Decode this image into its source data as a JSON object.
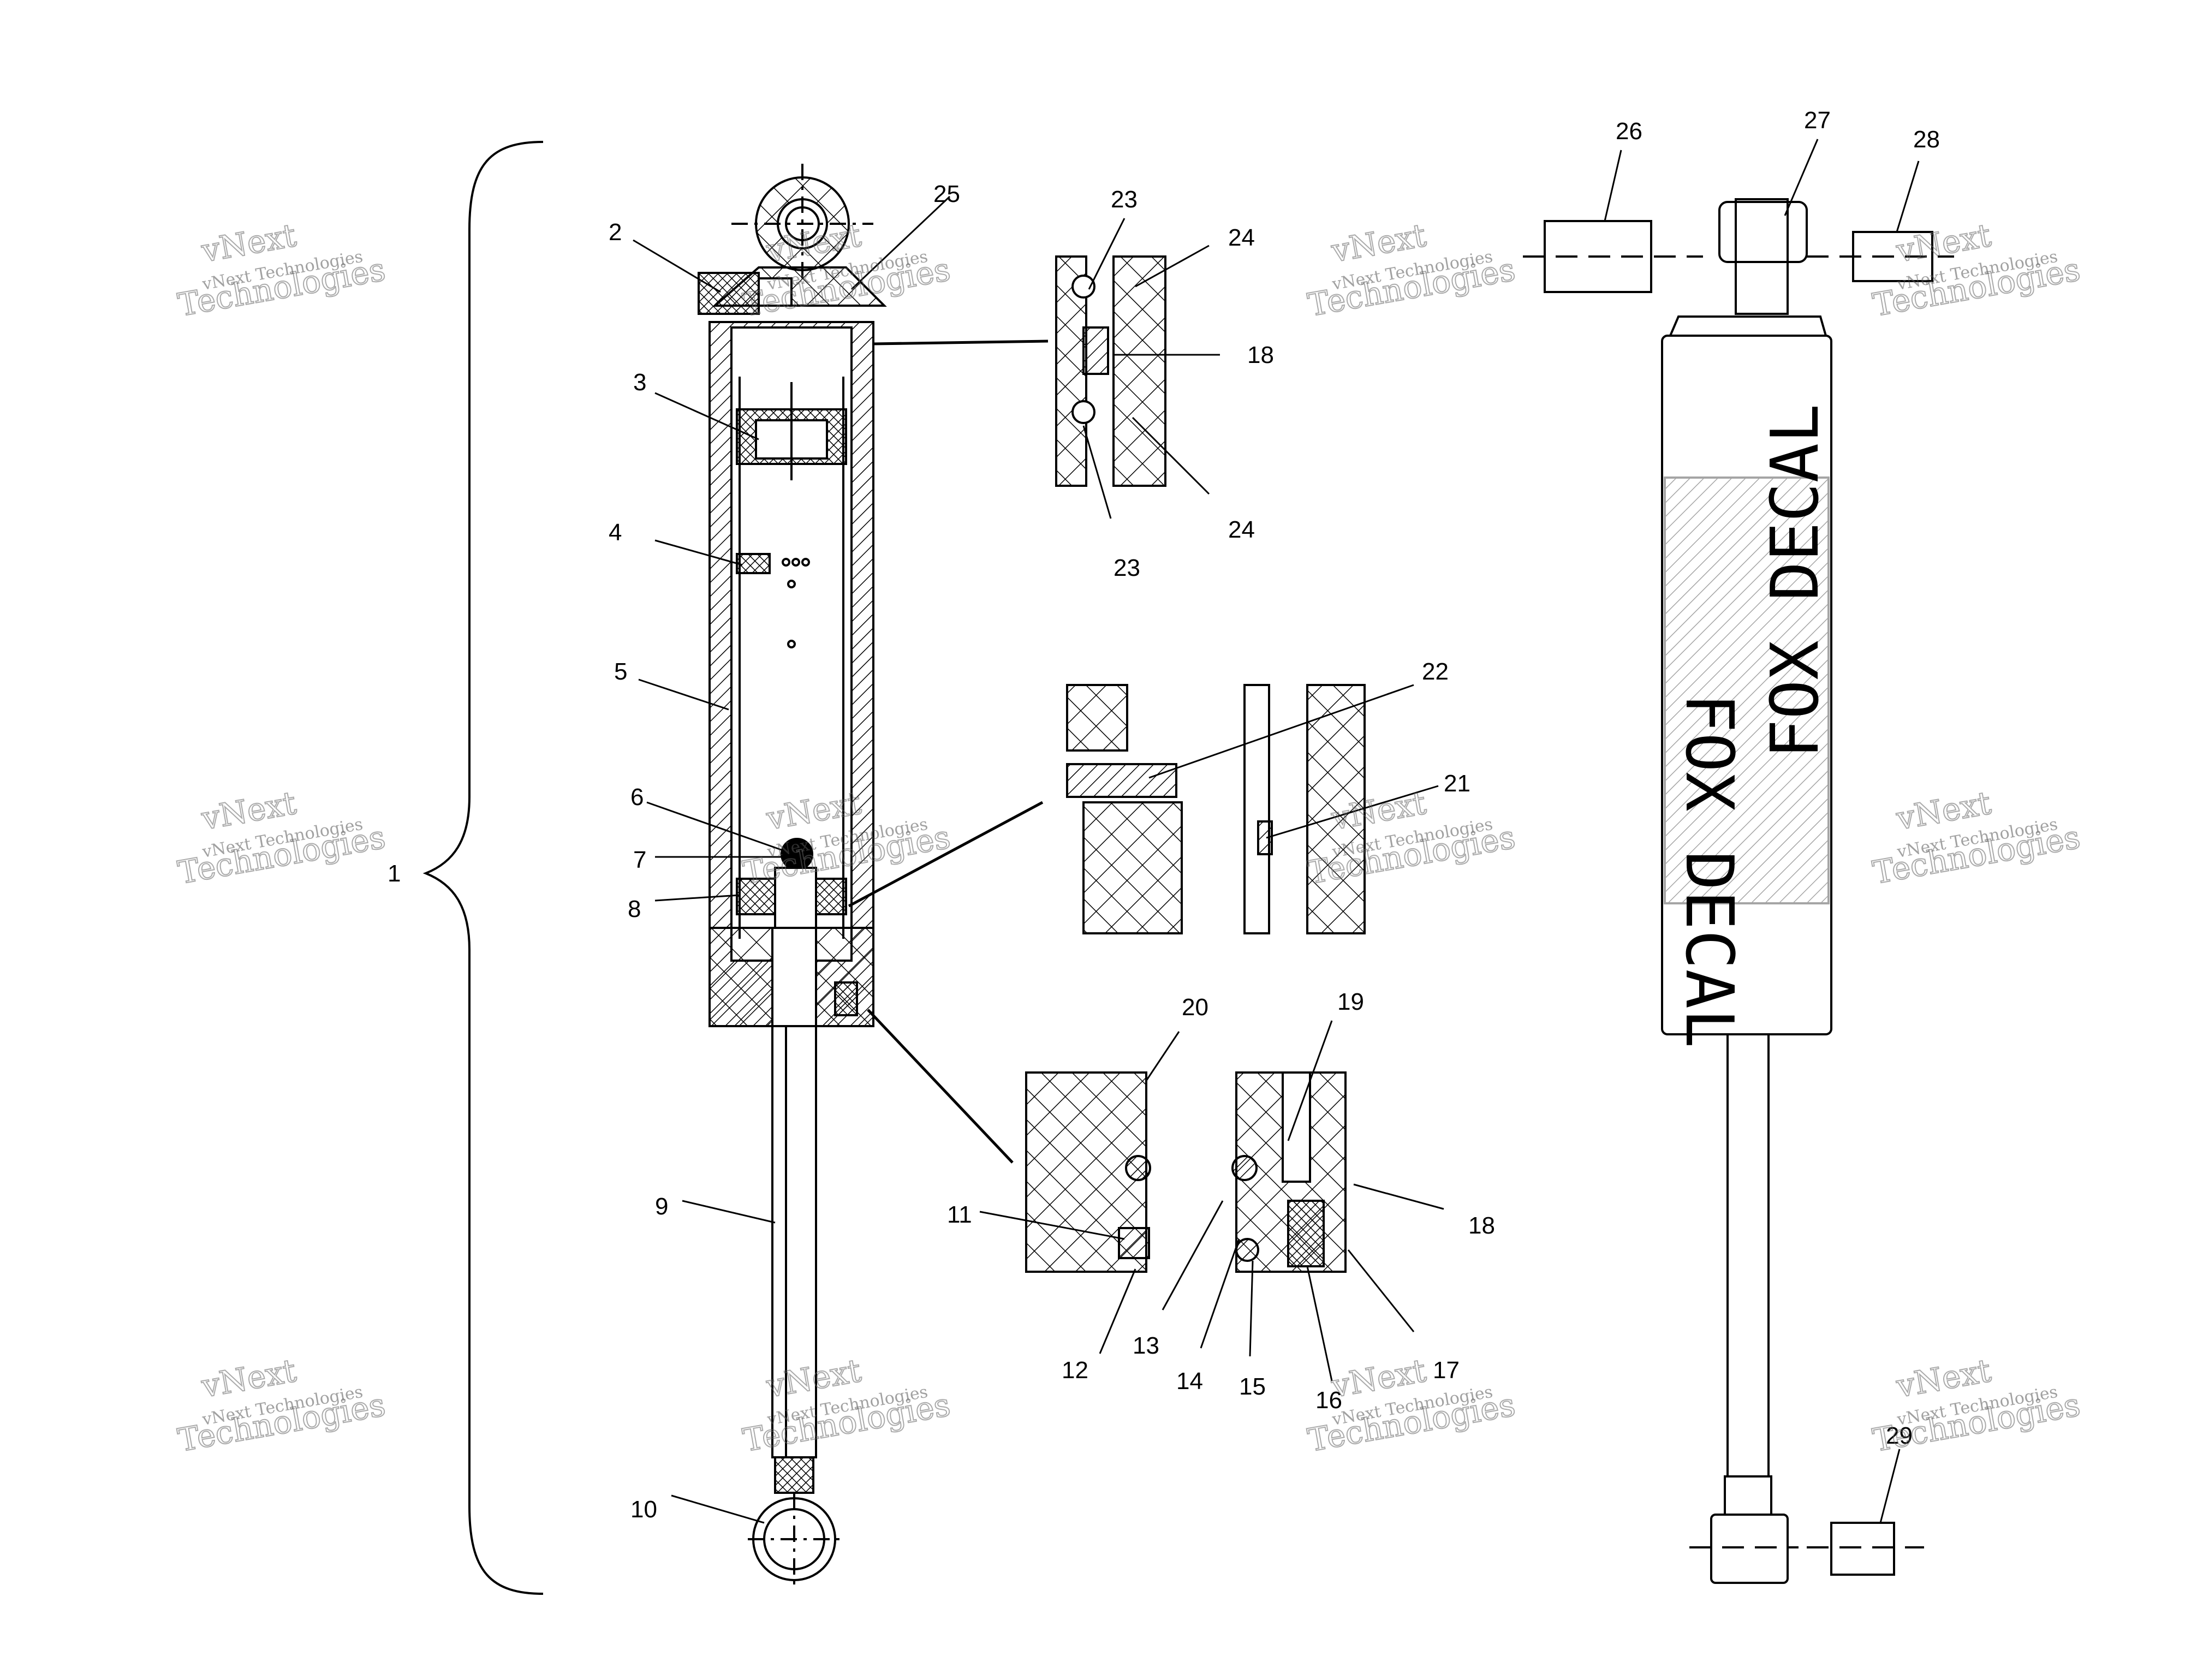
{
  "diagram": {
    "callouts": [
      "1",
      "2",
      "3",
      "4",
      "5",
      "6",
      "7",
      "8",
      "9",
      "10",
      "11",
      "12",
      "13",
      "14",
      "15",
      "16",
      "17",
      "18",
      "19",
      "20",
      "21",
      "22",
      "23",
      "24",
      "25",
      "26",
      "27",
      "28",
      "29"
    ],
    "decal_text": "FOX DECAL",
    "watermark": {
      "brand": "vNext",
      "company": "Technologies",
      "line": "vNext Technologies"
    }
  }
}
